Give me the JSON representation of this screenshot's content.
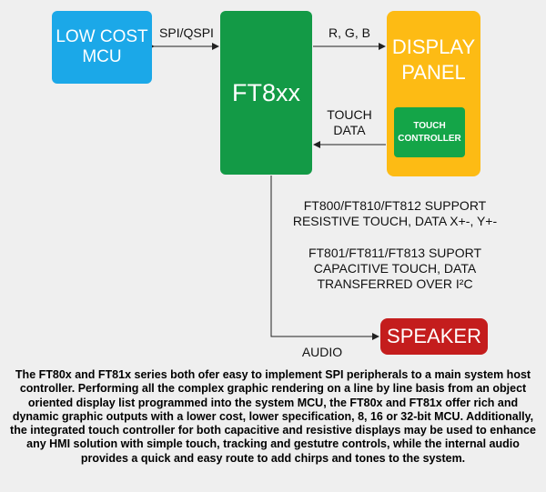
{
  "blocks": {
    "mcu": [
      "LOW COST",
      "MCU"
    ],
    "controller": "FT8xx",
    "display": [
      "DISPLAY",
      "PANEL"
    ],
    "touch_controller": [
      "TOUCH",
      "CONTROLLER"
    ],
    "speaker": "SPEAKER"
  },
  "connections": {
    "spi": "SPI/QSPI",
    "rgb": "R, G, B",
    "touch_data": [
      "TOUCH",
      "DATA"
    ],
    "audio": "AUDIO"
  },
  "notes": {
    "resistive": [
      "FT800/FT810/FT812 SUPPORT",
      "RESISTIVE TOUCH, DATA X+-, Y+-"
    ],
    "capacitive": [
      "FT801/FT811/FT813 SUPORT",
      "CAPACITIVE TOUCH, DATA",
      "TRANSFERRED OVER I²C"
    ]
  },
  "description": "The FT80x and FT81x series both ofer easy to implement SPI peripherals to a main system host controller. Performing all the complex graphic rendering on a line by line basis from an object oriented display list programmed into the system MCU, the FT80x and FT81x offer rich and dynamic graphic outputs with a lower cost, lower specification, 8, 16 or 32-bit MCU. Additionally, the integrated touch controller for both capacitive and resistive displays may be used to enhance any HMI solution with simple touch, tracking and gestutre controls, while the internal audio provides a quick and easy route to add chirps and tones to the system."
}
